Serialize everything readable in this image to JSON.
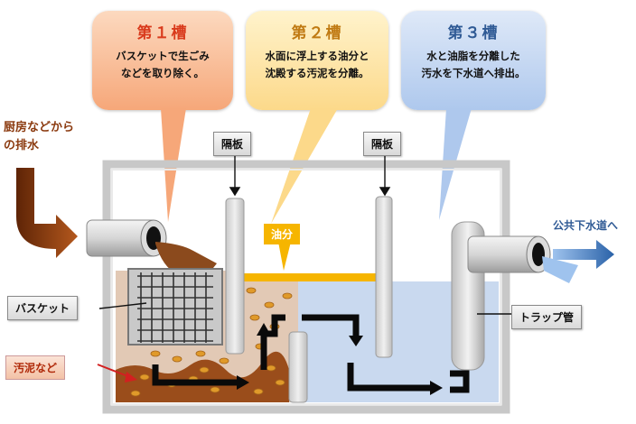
{
  "tanks": [
    {
      "title": "第１槽",
      "lines": [
        "バスケットで生ごみ",
        "などを取り除く。"
      ]
    },
    {
      "title": "第２槽",
      "lines": [
        "水面に浮上する油分と",
        "沈殿する汚泥を分離。"
      ]
    },
    {
      "title": "第３槽",
      "lines": [
        "水と油脂を分離した",
        "汚水を下水道へ排出。"
      ]
    }
  ],
  "labels": {
    "inflow": [
      "厨房などから",
      "の排水"
    ],
    "partition_left": "隔板",
    "partition_right": "隔板",
    "oil": "油分",
    "outflow": "公共下水道へ",
    "basket": "バスケット",
    "sludge": "汚泥など",
    "trap": "トラップ管"
  },
  "colors": {
    "tank1": "#f6a779",
    "tank2": "#fcd98a",
    "tank3": "#aec8ed",
    "inflow_arrow": "#8b3a0f",
    "outflow_arrow": "#2f6db5",
    "oil_layer": "#f6b500",
    "sludge_red": "#d32020"
  }
}
